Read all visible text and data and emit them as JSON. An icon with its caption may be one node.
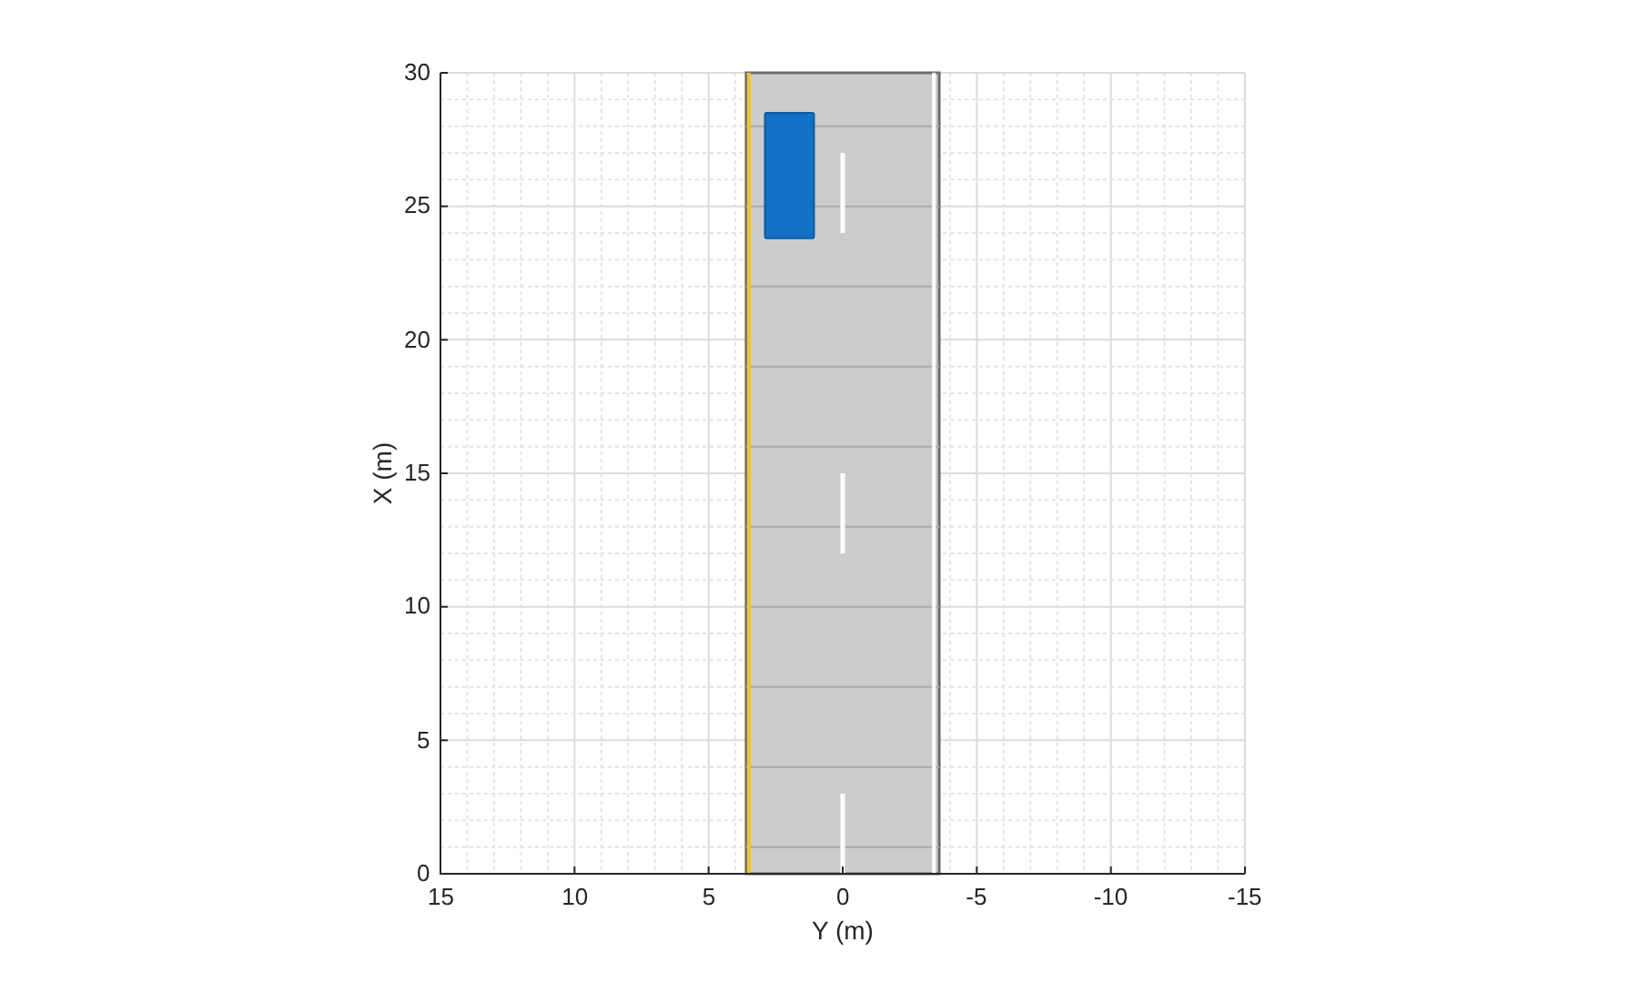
{
  "diagram": {
    "labels": [
      "30",
      "25",
      "20",
      "15",
      "10",
      "5",
      "0",
      "X (m)",
      "15",
      "10",
      "5",
      "0",
      "-5",
      "-10",
      "-15",
      "Y (m)"
    ]
  }
}
